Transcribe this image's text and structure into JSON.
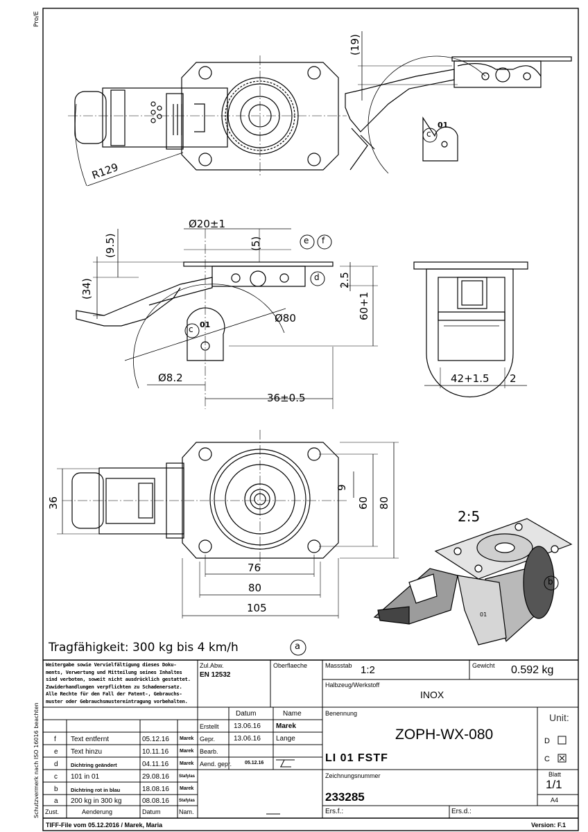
{
  "side_labels": {
    "pro": "Pro/E",
    "protection": "Schutzvermerk nach ISO 16016 beachten"
  },
  "dims": {
    "r129": "R129",
    "d19": "(19)",
    "o1_top": "01",
    "c_top": "c",
    "d20": "Ø20±1",
    "d9_5": "(9.5)",
    "d5": "(5)",
    "e": "e",
    "f": "f",
    "d": "d",
    "d34": "(34)",
    "d2_5": "2.5",
    "d60_1": "60+1",
    "d80_dia": "Ø80",
    "c_mid": "c",
    "o1_mid": "01",
    "d8_2": "Ø8.2",
    "d36_05": "36±0.5",
    "d42_15": "42+1.5",
    "d2": "2",
    "d36": "36",
    "d9": "9",
    "d60": "60",
    "d80": "80",
    "d76": "76",
    "d80h": "80",
    "d105": "105",
    "scale_iso": "2:5",
    "b": "b",
    "o1_iso": "01"
  },
  "capacity": {
    "text": "Tragfähigkeit: 300 kg bis 4 km/h",
    "badge": "a"
  },
  "title_block": {
    "copyright": [
      "Weitergabe sowie Vervielfältigung dieses Doku-",
      "ments, Verwertung und Mitteilung seines Inhaltes",
      "sind verboten, soweit nicht ausdrücklich gestattet.",
      "Zuwiderhandlungen verpflichten zu Schadenersatz.",
      "Alle Rechte für den Fall der Patent-, Gebrauchs-",
      "muster oder Gebrauchsmustereintragung vorbehalten."
    ],
    "zul_abw_label": "Zul.Abw.",
    "zul_abw_value": "EN 12532",
    "oberflaeche_label": "Oberflaeche",
    "massstab_label": "Massstab",
    "massstab_value": "1:2",
    "gewicht_label": "Gewicht",
    "gewicht_value": "0.592 kg",
    "halbzeug_label": "Halbzeug/Werkstoff",
    "halbzeug_value": "INOX",
    "datum_header": "Datum",
    "name_header": "Name",
    "erstellt_label": "Erstellt",
    "erstellt_date": "13.06.16",
    "erstellt_name": "Marek",
    "gepr_label": "Gepr.",
    "gepr_date": "13.06.16",
    "gepr_name": "Lange",
    "bearb_label": "Bearb.",
    "aend_label": "Aend. gepr.",
    "aend_date": "05.12.16",
    "benennung_label": "Benennung",
    "benennung_main": "ZOPH-WX-080",
    "benennung_sub": "LI 01 FSTF",
    "zeichnungsnummer_label": "Zeichnungsnummer",
    "zeichnungsnummer_value": "233285",
    "unit_label": "Unit:",
    "unit_d": "D",
    "unit_c": "C",
    "blatt_label": "Blatt",
    "blatt_value": "1/1",
    "format_value": "A4",
    "ers_f": "Ers.f.:",
    "ers_d": "Ers.d.:",
    "revisions": [
      {
        "zust": "f",
        "aenderung": "Text entfernt",
        "datum": "05.12.16",
        "name": "Marek"
      },
      {
        "zust": "e",
        "aenderung": "Text hinzu",
        "datum": "10.11.16",
        "name": "Marek"
      },
      {
        "zust": "d",
        "aenderung": "Dichtring geändert",
        "datum": "04.11.16",
        "name": "Marek"
      },
      {
        "zust": "c",
        "aenderung": "101 in 01",
        "datum": "29.08.16",
        "name": "Stafylas"
      },
      {
        "zust": "b",
        "aenderung": "Dichtring rot in blau",
        "datum": "18.08.16",
        "name": "Marek"
      },
      {
        "zust": "a",
        "aenderung": "200 kg in 300 kg",
        "datum": "08.08.16",
        "name": "Stafylas"
      }
    ],
    "rev_headers": {
      "zust": "Zust.",
      "aenderung": "Aenderung",
      "datum": "Datum",
      "name": "Nam."
    }
  },
  "footer": {
    "left": "TIFF-File vom 05.12.2016 / Marek, Maria",
    "right": "Version: F.1"
  }
}
